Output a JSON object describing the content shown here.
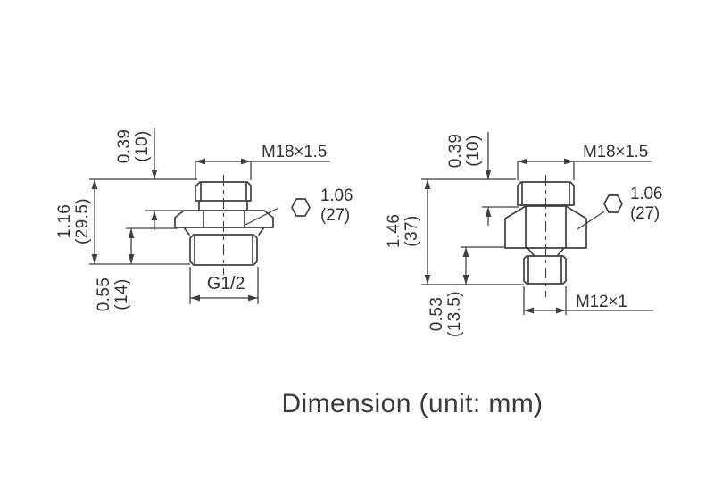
{
  "caption": "Dimension (unit: mm)",
  "colors": {
    "line": "#3f3f3f",
    "text": "#333333",
    "caption": "#3a3a3a",
    "background": "#ffffff"
  },
  "left_fitting": {
    "top_thread_label": "M18×1.5",
    "bottom_thread_label": "G1/2",
    "hex_flats": {
      "value": "1.06",
      "mm": "(27)"
    },
    "top_thread_length": {
      "value": "0.39",
      "mm": "(10)"
    },
    "overall_height": {
      "value": "1.16",
      "mm": "(29.5)"
    },
    "bottom_thread_length": {
      "value": "0.55",
      "mm": "(14)"
    }
  },
  "right_fitting": {
    "top_thread_label": "M18×1.5",
    "bottom_thread_label": "M12×1",
    "hex_flats": {
      "value": "1.06",
      "mm": "(27)"
    },
    "top_thread_length": {
      "value": "0.39",
      "mm": "(10)"
    },
    "overall_height": {
      "value": "1.46",
      "mm": "(37)"
    },
    "bottom_thread_length": {
      "value": "0.53",
      "mm": "(13.5)"
    }
  }
}
